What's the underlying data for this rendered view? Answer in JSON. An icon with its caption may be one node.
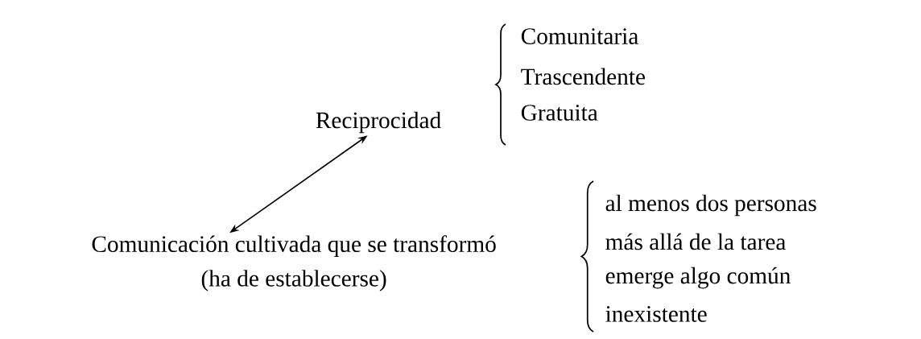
{
  "diagram": {
    "nodes": [
      {
        "text": [
          "Reciprocidad"
        ]
      },
      {
        "text": [
          "Comunicación cultivada que se transformó",
          "(ha de establecerse)"
        ]
      }
    ],
    "edges": [
      {
        "from": 1,
        "to": 0,
        "arrow": "both"
      }
    ],
    "labels": [
      "Comunitaria",
      "Trascendente",
      "Gratuita",
      "al menos dos personas",
      "más allá de la tarea",
      "emerge algo común",
      "inexistente"
    ]
  }
}
